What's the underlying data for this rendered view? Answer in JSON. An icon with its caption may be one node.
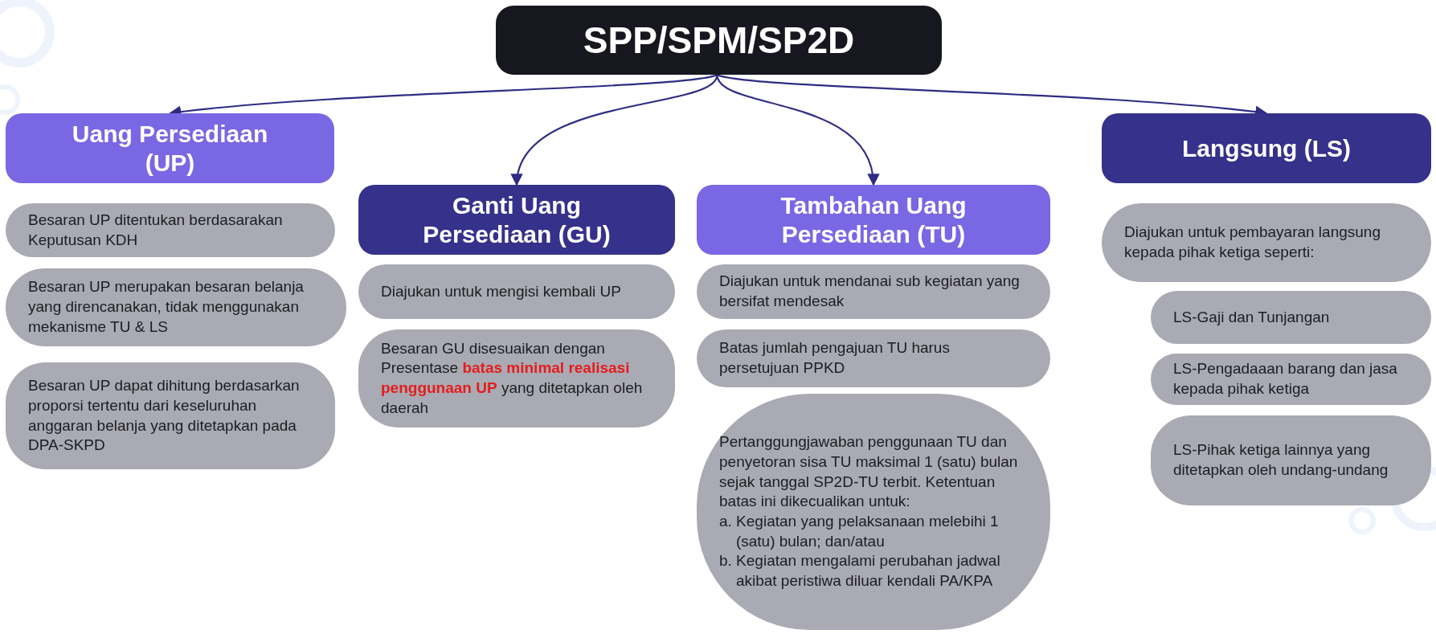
{
  "diagram": {
    "nodes": [
      {
        "text": [
          "SPP/SPM/SP2D"
        ]
      },
      {
        "text": [
          "Uang Persediaan (UP)"
        ]
      },
      {
        "text": [
          "Besaran UP ditentukan berdasarakan Keputusan KDH"
        ]
      },
      {
        "text": [
          "Besaran UP merupakan besaran belanja yang direncanakan, tidak menggunakan mekanisme TU & LS"
        ]
      },
      {
        "text": [
          "Besaran UP dapat dihitung berdasarkan proporsi tertentu dari keseluruhan anggaran belanja yang ditetapkan pada DPA-SKPD"
        ]
      },
      {
        "text": [
          "Ganti Uang Persediaan (GU)"
        ]
      },
      {
        "text": [
          "Diajukan untuk mengisi kembali UP"
        ]
      },
      {
        "text": [
          "Besaran GU disesuaikan dengan Presentase **batas minimal realisasi penggunaan UP** yang ditetapkan oleh daerah"
        ]
      },
      {
        "text": [
          "Tambahan Uang Persediaan (TU)"
        ]
      },
      {
        "text": [
          "Diajukan untuk mendanai sub kegiatan yang bersifat mendesak"
        ]
      },
      {
        "text": [
          "Batas jumlah pengajuan TU harus persetujuan PPKD"
        ]
      },
      {
        "text": [
          "Pertanggungjawaban penggunaan TU dan penyetoran sisa TU maksimal 1 (satu) bulan sejak tanggal SP2D-TU terbit. Ketentuan batas ini dikecualikan untuk:",
          "a. Kegiatan yang pelaksanaan melebihi 1 (satu) bulan; dan/atau",
          "b. Kegiatan mengalami perubahan jadwal akibat peristiwa diluar kendali PA/KPA"
        ]
      },
      {
        "text": [
          "Langsung (LS)"
        ]
      },
      {
        "text": [
          "Diajukan untuk pembayaran langsung kepada pihak ketiga seperti:"
        ]
      },
      {
        "text": [
          "LS-Gaji dan Tunjangan"
        ]
      },
      {
        "text": [
          "LS-Pengadaaan barang dan jasa kepada pihak ketiga"
        ]
      },
      {
        "text": [
          "LS-Pihak ketiga lainnya yang ditetapkan oleh undang-undang"
        ]
      }
    ],
    "edges": [
      {
        "from": 0,
        "to": 1,
        "arrow": "to"
      },
      {
        "from": 0,
        "to": 5,
        "arrow": "to"
      },
      {
        "from": 0,
        "to": 8,
        "arrow": "to"
      },
      {
        "from": 0,
        "to": 12,
        "arrow": "to"
      }
    ]
  }
}
